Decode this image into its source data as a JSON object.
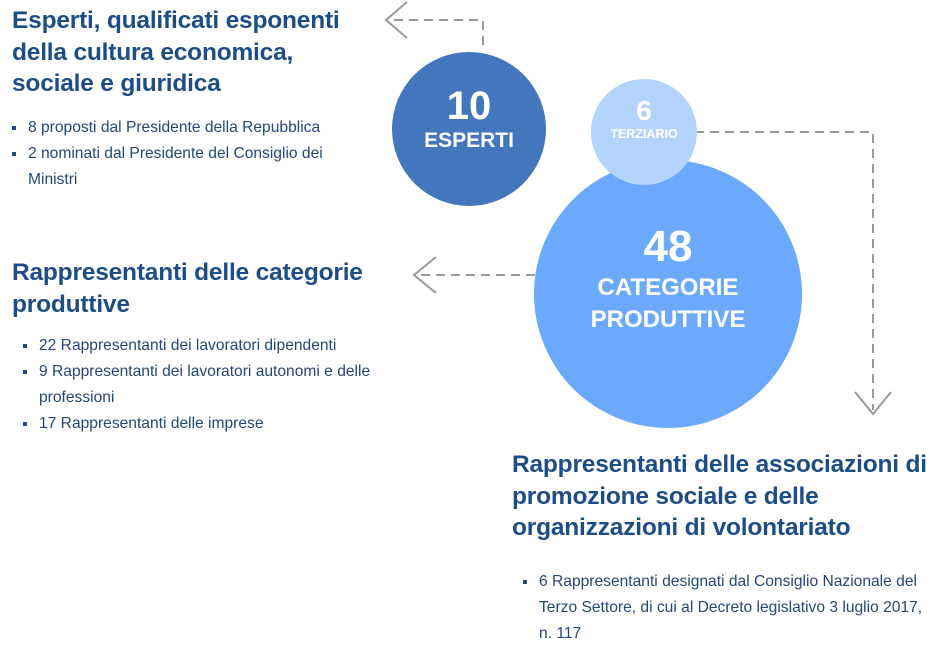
{
  "colors": {
    "heading": "#1d4d86",
    "text": "#24467a",
    "circle_esperti": "#4476be",
    "circle_categorie": "#6aa9fb",
    "circle_terziario": "#b1d3fd",
    "connector": "#999999"
  },
  "esperti": {
    "heading": "Esperti, qualificati esponenti della cultura economica, sociale e giuridica",
    "bullets": [
      "8 proposti dal Presidente della Repubblica",
      "2 nominati dal Presidente del Consiglio dei Ministri"
    ],
    "circle": {
      "number": "10",
      "label": "ESPERTI"
    }
  },
  "categorie": {
    "heading": "Rappresentanti delle categorie produttive",
    "bullets": [
      "22 Rappresentanti dei lavoratori dipendenti",
      "9 Rappresentanti dei lavoratori autonomi e delle professioni",
      "17 Rappresentanti delle imprese"
    ],
    "circle": {
      "number": "48",
      "label_line1": "CATEGORIE",
      "label_line2": "PRODUTTIVE"
    }
  },
  "terziario": {
    "circle": {
      "number": "6",
      "label": "TERZIARIO"
    },
    "heading": "Rappresentanti delle associazioni di promozione sociale e delle organizzazioni di volontariato",
    "bullets": [
      "6 Rappresentanti designati dal Consiglio Nazionale del Terzo Settore, di cui al Decreto legislativo 3 luglio 2017, n. 117"
    ]
  }
}
